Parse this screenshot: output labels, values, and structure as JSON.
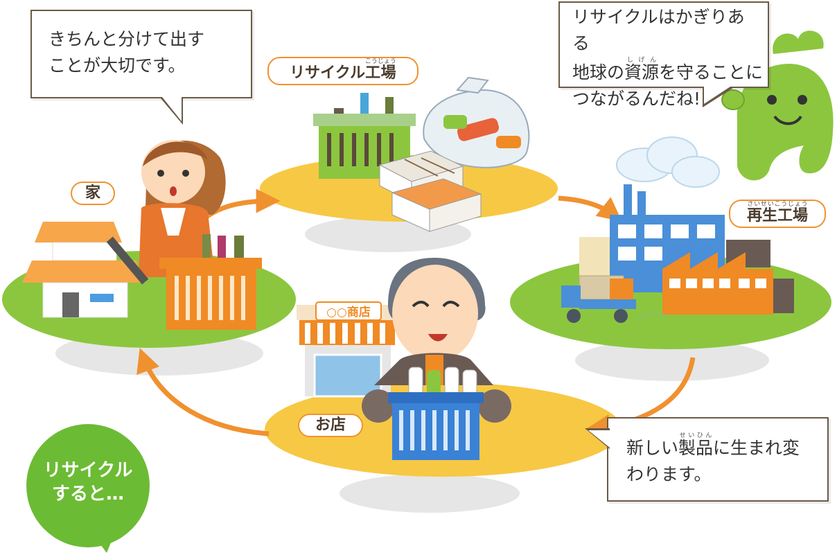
{
  "labels": {
    "house": "家",
    "shop": "お店",
    "recycle_factory": {
      "base": "リサイクル工場",
      "ruby_target": "工場",
      "ruby": "こうじょう"
    },
    "regeneration_factory": {
      "base": "再生工場",
      "ruby": "さいせいこうじょう"
    }
  },
  "bubbles": {
    "family": {
      "line1": "きちんと分けて出す",
      "line2": "ことが大切です。"
    },
    "mascot": {
      "line1": "リサイクルはかぎりある",
      "line2_before": "地球の",
      "line2_ruby_base": "資源",
      "line2_ruby": "しげん",
      "line2_after": "を守ることに",
      "line3": "つながるんだね!"
    },
    "product": {
      "line1_before": "新しい",
      "line1_ruby_base": "製品",
      "line1_ruby": "せいひん",
      "line1_after": "に生まれ変",
      "line2": "わります。"
    },
    "summary": {
      "line1": "リサイクル",
      "line2": "すると…"
    }
  },
  "shop_sign": "○○商店",
  "colors": {
    "ground_green": "#8cc63f",
    "ground_yellow": "#f7c844",
    "arrow_orange": "#f0912f",
    "label_border": "#f0912f",
    "summary_green": "#6cbb34",
    "factory_blue": "#4a8fd8",
    "factory_orange": "#f08a24"
  }
}
